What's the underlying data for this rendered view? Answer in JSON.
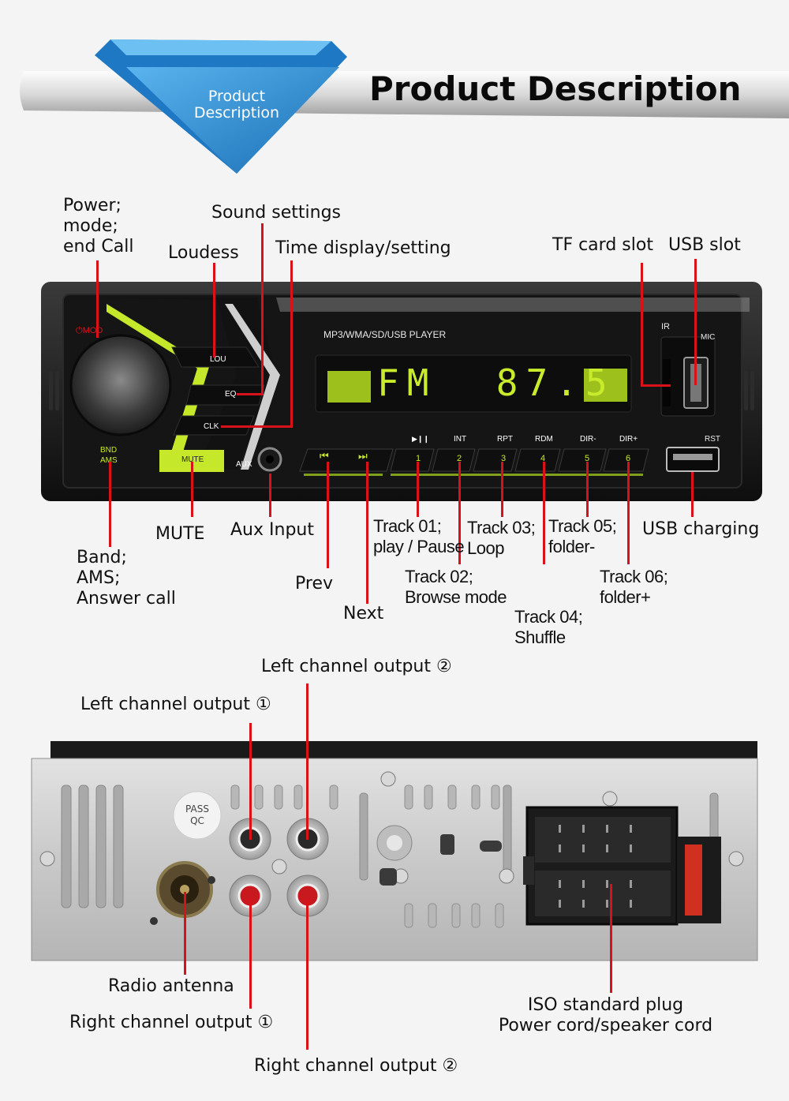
{
  "header": {
    "badge_text": "Product\nDescription",
    "title": "Product Description"
  },
  "front_panel": {
    "player_label": "MP3/WMA/SD/USB     PLAYER",
    "display_text": "FM  87.5",
    "ir_label": "IR",
    "mic_label": "MIC",
    "rst_label": "RST",
    "power_mod_label": "⏻MOD",
    "bnd_label": "BND",
    "ams_label": "AMS",
    "lou_label": "LOU",
    "eq_label": "EQ",
    "clk_label": "CLK",
    "mute_label": "MUTE",
    "aux_label": "AUX",
    "func_labels": [
      "▶❙❙",
      "INT",
      "RPT",
      "RDM",
      "DIR-",
      "DIR+"
    ],
    "number_buttons": [
      "1",
      "2",
      "3",
      "4",
      "5",
      "6"
    ],
    "prev_icon": "⏮",
    "next_icon": "⏭"
  },
  "front_labels": {
    "power": "Power;\nmode;\nend Call",
    "loudess": "Loudess",
    "sound_settings": "Sound settings",
    "time_display": "Time display/setting",
    "tf_card_slot": "TF card slot",
    "usb_slot": "USB slot",
    "band": "Band;\nAMS;\nAnswer call",
    "mute": "MUTE",
    "aux_input": "Aux Input",
    "prev": "Prev",
    "next": "Next",
    "track01": "Track 01;\nplay / Pause",
    "track02": "Track 02;\nBrowse mode",
    "track03": "Track 03;\nLoop",
    "track04": "Track 04;\nShuffle",
    "track05": "Track 05;\nfolder-",
    "track06": "Track 06;\nfolder+",
    "usb_charging": "USB charging"
  },
  "rear_panel": {
    "pass_qc": "PASS\nQC"
  },
  "rear_labels": {
    "left_out_2": "Left channel output ②",
    "left_out_1": "Left channel output ①",
    "radio_antenna": "Radio antenna",
    "right_out_1": "Right channel output ①",
    "right_out_2": "Right channel output ②",
    "iso_plug": "ISO standard plug\nPower cord/speaker cord"
  },
  "colors": {
    "accent_red": "#d9121a",
    "badge_blue": "#2b8ed6",
    "lime": "#c6e82a",
    "display_green": "#b8e020",
    "panel_black": "#141414"
  }
}
